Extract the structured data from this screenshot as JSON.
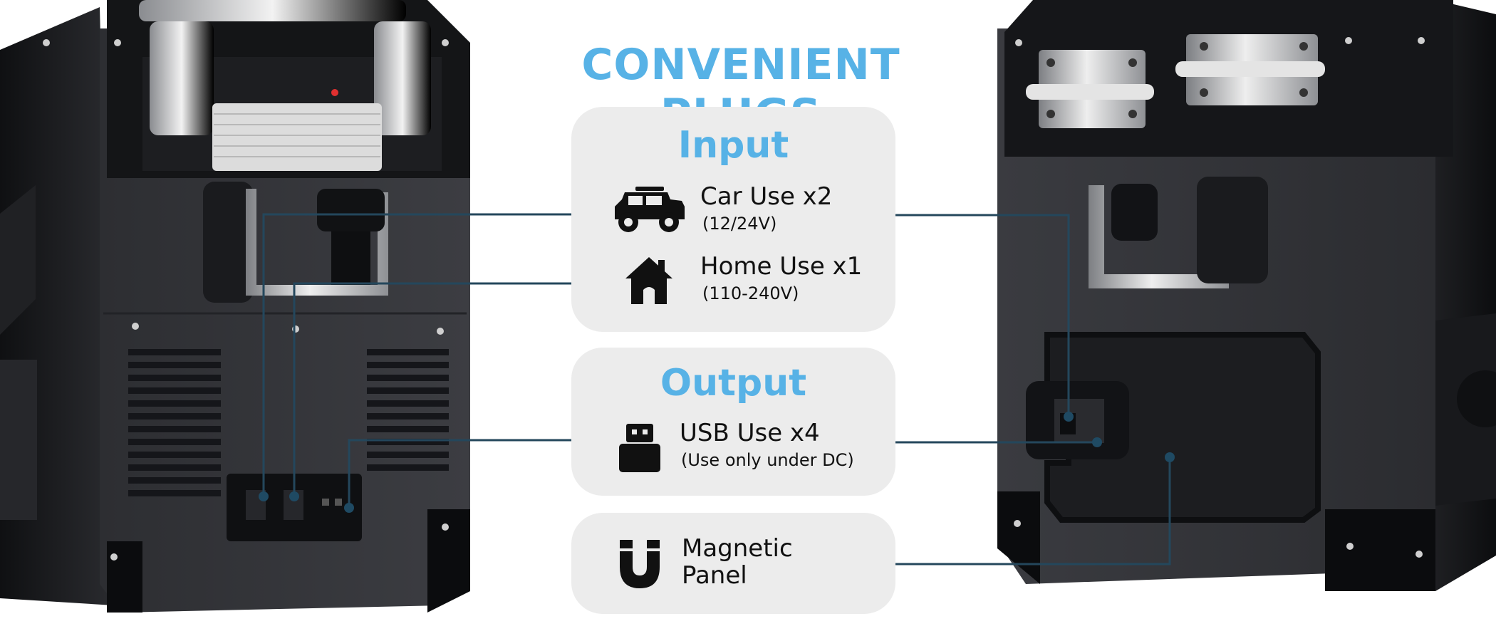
{
  "title": "CONVENIENT PLUGS",
  "input": {
    "heading": "Input",
    "items": [
      {
        "main": "Car Use x2",
        "sub": "(12/24V)",
        "icon": "car-icon"
      },
      {
        "main": "Home Use x1",
        "sub": "(110-240V)",
        "icon": "house-icon"
      }
    ]
  },
  "output": {
    "heading": "Output",
    "items": [
      {
        "main": "USB Use x4",
        "sub": "(Use only under DC)",
        "icon": "usb-icon"
      }
    ]
  },
  "magnetic": {
    "line1": "Magnetic",
    "line2": "Panel",
    "icon": "magnet-icon"
  },
  "colors": {
    "accent": "#57b2e6",
    "card": "#ececec",
    "leader_line": "#24475c",
    "body_dark": "#1b1c1f"
  }
}
